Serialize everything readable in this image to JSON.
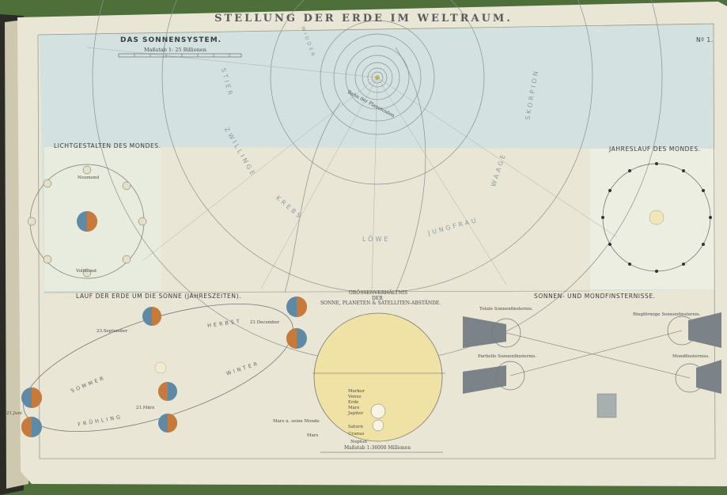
{
  "main_title": "STELLUNG DER ERDE IM WELTRAUM.",
  "plate_number": "Nº 1.",
  "solar_system": {
    "title": "DAS SONNENSYSTEM.",
    "scale_label": "Maßstab 1: 25 Billionen"
  },
  "zodiac": {
    "stier": "STIER",
    "zwillinge": "ZWILLINGE",
    "krebs": "KREBS",
    "loewe": "LÖWE",
    "jungfrau": "JUNGFRAU",
    "waage": "WAAGE",
    "skorpion": "SKORPION",
    "widder": "WIDDER"
  },
  "bahn_label": "Bahn der Planetoiden",
  "moon_phases": {
    "title": "LICHTGESTALTEN DES MONDES.",
    "full_moon": "Vollmond",
    "new_moon": "Neumond"
  },
  "moon_year": {
    "title": "JAHRESLAUF DES MONDES."
  },
  "earth_orbit": {
    "title": "LAUF DER ERDE UM DIE SONNE (JAHRESZEITEN).",
    "herbst": "HERBST",
    "winter": "WINTER",
    "sommer": "SOMMER",
    "fruehling": "FRÜHLING",
    "date_dec": "21.December",
    "date_sep": "23.September",
    "date_jun": "21.Juni",
    "date_mar": "21.März"
  },
  "sizes": {
    "title_line1": "GRÖSSENVERHÄLTNIS",
    "title_line2": "DER",
    "title_line3": "SONNE, PLANETEN & SATELLITEN-ABSTÄNDE.",
    "planets": [
      "Merkur",
      "Venus",
      "Erde",
      "Mars",
      "Jupiter",
      "Saturn",
      "Uranus",
      "Neptun"
    ],
    "mars_moons": "Mars u. seine Monde",
    "mars": "Mars",
    "scale_label": "Maßstab 1:36000 Millionen"
  },
  "eclipses": {
    "title": "SONNEN- UND MONDFINSTERNISSE.",
    "total_sun": "Totale Sonnenfinsternis.",
    "ring_sun": "Ringförmige Sonnenfinsternis.",
    "partial_sun": "Partielle Sonnenfinsternis.",
    "moon_eclipse": "Mondfinsterniss."
  },
  "colors": {
    "paper": "#e9e6d6",
    "sky": "#cfe0e0",
    "sun_disc": "#efe2a4",
    "earth_blue": "#5e8aa5",
    "earth_orange": "#c87a3a",
    "felt": "#4f6f3a",
    "ink": "#4a4a4a"
  }
}
